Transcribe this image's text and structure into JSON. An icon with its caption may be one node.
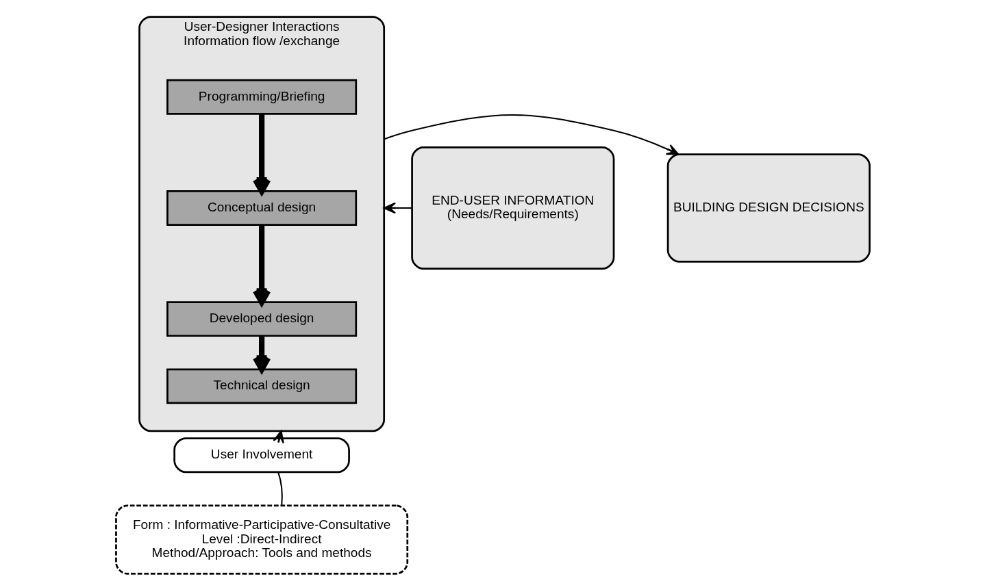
{
  "diagram": {
    "nodes": [
      {
        "text": [
          "END-USER INFORMATION",
          "(Needs/Requirements)"
        ]
      },
      {
        "text": [
          "User-Designer Interactions",
          "Information flow /exchange"
        ]
      },
      {
        "text": [
          "Programming/Briefing"
        ],
        "in": 1
      },
      {
        "text": [
          "Conceptual design"
        ],
        "in": 1
      },
      {
        "text": [
          "Developed design"
        ],
        "in": 1
      },
      {
        "text": [
          "Technical design"
        ],
        "in": 1
      },
      {
        "text": [
          "BUILDING DESIGN DECISIONS"
        ]
      },
      {
        "text": [
          "User Involvement"
        ]
      },
      {
        "text": [
          "Form : Informative-Participative-Consultative",
          "Level :Direct-Indirect",
          "Method/Approach: Tools and methods"
        ]
      }
    ],
    "edges": [
      {
        "from": 0,
        "to": 1,
        "arrow": "to"
      },
      {
        "from": 1,
        "to": 6,
        "arrow": "to"
      },
      {
        "from": 2,
        "to": 3,
        "arrow": "to",
        "style": "thick"
      },
      {
        "from": 3,
        "to": 4,
        "arrow": "to",
        "style": "thick"
      },
      {
        "from": 4,
        "to": 5,
        "arrow": "to",
        "style": "thick"
      },
      {
        "from": 7,
        "to": 1,
        "arrow": "to"
      },
      {
        "from": 8,
        "to": 7,
        "arrow": "none"
      }
    ]
  }
}
